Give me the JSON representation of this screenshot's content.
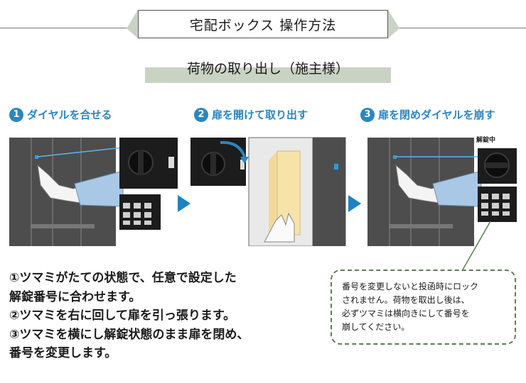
{
  "header": {
    "title": "宅配ボックス 操作方法"
  },
  "subtitle": "荷物の取り出し（施主様）",
  "steps": [
    {
      "num": "1",
      "title": "ダイヤルを合せる"
    },
    {
      "num": "2",
      "title": "扉を開けて取り出す"
    },
    {
      "num": "3",
      "title": "扉を閉めダイヤルを崩す"
    }
  ],
  "step3_badge": "解錠中",
  "instructions": [
    "①ツマミがたての状態で、任意で設定した",
    "解錠番号に合わせます。",
    "②ツマミを右に回して扉を引っ張ります。",
    "③ツマミを横にし解錠状態のまま扉を閉め、",
    "番号を変更します。"
  ],
  "note": [
    "番号を変更しないと投函時にロック",
    "されません。荷物を取出し後は、",
    "必ずツマミは横向きにして番号を",
    "崩してください。"
  ],
  "colors": {
    "accent": "#2a86c4",
    "subtitle_bar": "#c9d3c3",
    "note_border": "#5b7e55",
    "box_gray": "#4a4a4a"
  }
}
